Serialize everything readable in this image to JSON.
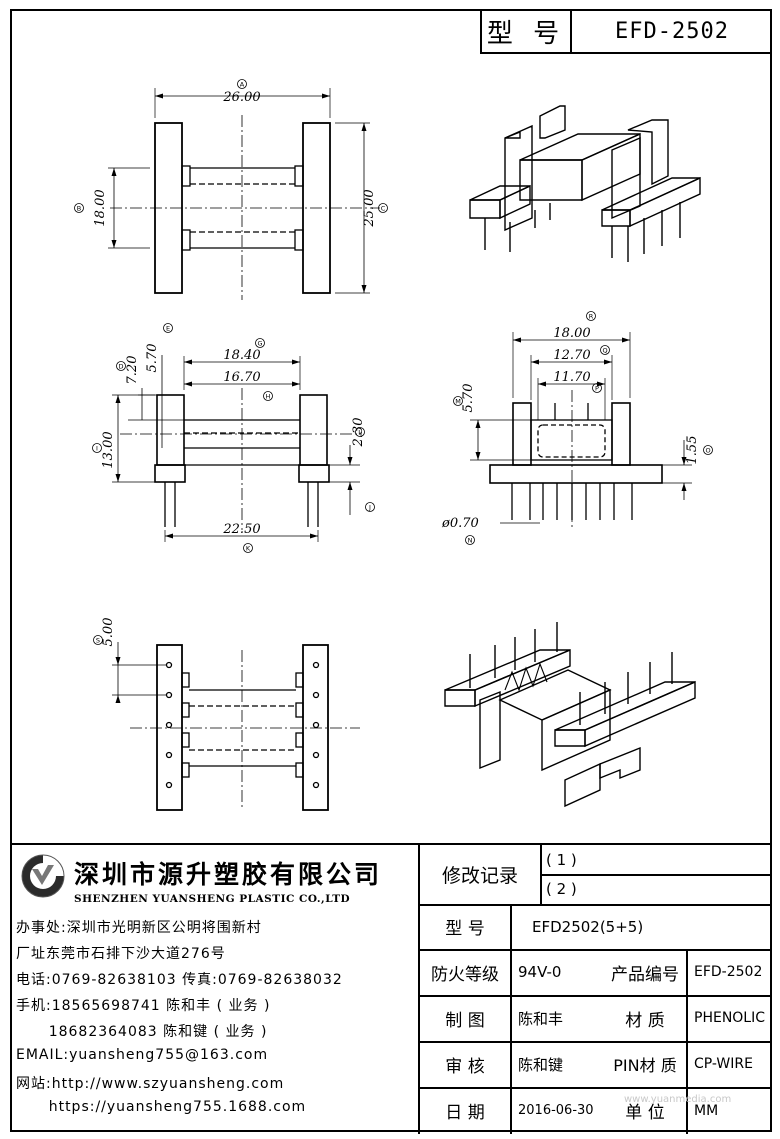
{
  "header": {
    "model_label": "型 号",
    "model_value": "EFD-2502"
  },
  "dimensions": {
    "a": "26.00",
    "b": "18.00",
    "c": "25.00",
    "d": "7.20",
    "e": "5.70",
    "g": "18.40",
    "h": "16.70",
    "i": "13.00",
    "j": "2.30",
    "k": "22.50",
    "r": "18.00",
    "q": "12.70",
    "p": "11.70",
    "s": "5.70",
    "t": "1.55",
    "pin": "ø0.70",
    "u": "5.00"
  },
  "callouts": {
    "a": "A",
    "b": "B",
    "c": "C",
    "d": "D",
    "e": "E",
    "g": "G",
    "h": "H",
    "i": "I",
    "j": "J",
    "l": "L",
    "k": "K",
    "r": "R",
    "q": "Q",
    "p": "P",
    "s": "M",
    "t": "O",
    "pin": "N",
    "u": "S"
  },
  "company": {
    "cn_name": "深圳市源升塑胶有限公司",
    "en_name": "SHENZHEN YUANSHENG PLASTIC CO.,LTD",
    "lines": [
      "办事处:深圳市光明新区公明将围新村",
      "厂址东莞市石排下沙大道276号",
      "电话:0769-82638103 传真:0769-82638032",
      "手机:18565698741 陈和丰 ( 业务 )",
      "      18682364083 陈和键 ( 业务 )",
      "EMAIL:yuansheng755@163.com",
      "网站:http://www.szyuansheng.com",
      "      https://yuansheng755.1688.com"
    ]
  },
  "title_block": {
    "revision_label": "修改记录",
    "revision_1": "( 1 )",
    "revision_2": "( 2 )",
    "model_label": "型 号",
    "model_value": "EFD2502(5+5)",
    "fire_label": "防火等级",
    "fire_value": "94V-0",
    "product_no_label": "产品编号",
    "product_no_value": "EFD-2502",
    "drawn_label": "制 图",
    "drawn_value": "陈和丰",
    "material_label": "材 质",
    "material_value": "PHENOLIC",
    "check_label": "审 核",
    "check_value": "陈和键",
    "pin_material_label": "PIN材 质",
    "pin_material_value": "CP-WIRE",
    "date_label": "日 期",
    "date_value": "2016-06-30",
    "unit_label": "单 位",
    "unit_value": "MM"
  },
  "watermark": "www.yuanmedia.com"
}
